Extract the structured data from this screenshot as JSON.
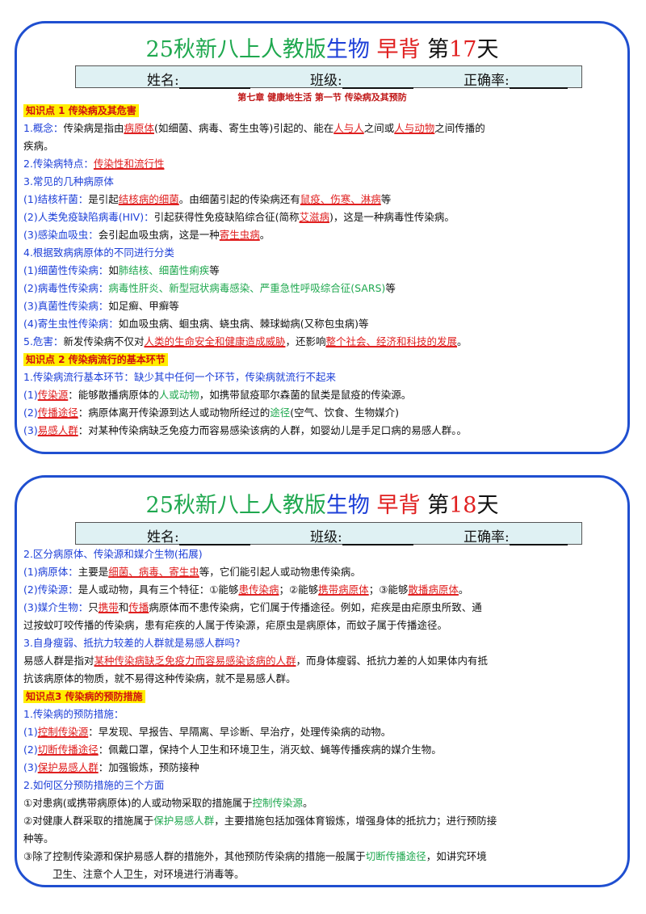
{
  "day17": {
    "title": {
      "a": "25秋新八上人教版",
      "b": "生物",
      "c": "早背",
      "d": "第",
      "e": "17",
      "f": "天"
    },
    "namebar": {
      "name": "姓名:",
      "class": "班级:",
      "rate": "正确率:"
    },
    "chapter": "第七章  健康地生活  第一节  传染病及其预防",
    "kp1": "知识点 1  传染病及其危害",
    "l1a": "1.概念：",
    "l1b": "传染病是指由",
    "l1c": "病原体",
    "l1d": "(如细菌、病毒、寄生虫等)引起的、能在",
    "l1e": "人与人",
    "l1f": "之间或",
    "l1g": "人与动物",
    "l1h": "之间传播的",
    "l1i": "疾病。",
    "l2a": "2.传染病特点：",
    "l2b": "传染性和流行性",
    "l3": "3.常见的几种病原体",
    "l4a": "(1)结核杆菌：",
    "l4b": "是引起",
    "l4c": "结核病的细菌",
    "l4d": "。由细菌引起的传染病还有",
    "l4e": "鼠疫、伤寒、淋病",
    "l4f": "等",
    "l5a": "(2)人类免疫缺陷病毒(HIV)：",
    "l5b": "引起获得性免疫缺陷综合征(简称",
    "l5c": "艾滋病",
    "l5d": ")，这是一种病毒性传染病。",
    "l6a": "(3)感染血吸虫：",
    "l6b": "会引起血吸虫病，这是一种",
    "l6c": "寄生虫病",
    "l6d": "。",
    "l7": "4.根据致病病原体的不同进行分类",
    "l8a": "(1)细菌性传染病：",
    "l8b": "如",
    "l8c": "肺结核、细菌性痢疾",
    "l8d": "等",
    "l9a": "(2)病毒性传染病：",
    "l9b": "病毒性肝炎、新型冠状病毒感染、严重急性呼吸综合征(SARS)",
    "l9c": "等",
    "l10a": "(3)真菌性传染病：",
    "l10b": "如足癣、甲癣等",
    "l11a": "(4)寄生虫性传染病：",
    "l11b": "如血吸虫病、蛔虫病、蛲虫病、棘球蚴病(又称包虫病)等",
    "l12a": "5.危害：",
    "l12b": "新发传染病不仅对",
    "l12c": "人类的生命安全和健康造成威胁",
    "l12d": "，还影响",
    "l12e": "整个社会、经济和科技的发展",
    "l12f": "。",
    "kp2": "知识点 2  传染病流行的基本环节",
    "l13a": "1.传染病流行基本环节：",
    "l13b": "缺少其中任何一个环节，传染病就流行不起来",
    "l14a": "(1)",
    "l14b": "传染源",
    "l14c": "：能够散播病原体的",
    "l14d": "人或动物",
    "l14e": "，如携带鼠疫耶尔森菌的鼠类是鼠疫的传染源。",
    "l15a": "(2)",
    "l15b": "传播途径",
    "l15c": "：病原体离开传染源到达人或动物所经过的",
    "l15d": "途径",
    "l15e": "(空气、饮食、生物媒介)",
    "l16a": "(3)",
    "l16b": "易感人群",
    "l16c": "：对某种传染病缺乏免疫力而容易感染该病的人群，如婴幼儿是手足口病的易感人群。。"
  },
  "day18": {
    "title": {
      "a": "25秋新八上人教版",
      "b": "生物",
      "c": "早背",
      "d": "第",
      "e": "18",
      "f": "天"
    },
    "namebar": {
      "name": "姓名:",
      "class": "班级:",
      "rate": "正确率:"
    },
    "l1": "2.区分病原体、传染源和媒介生物(拓展)",
    "l2a": "(1)病原体：",
    "l2b": "主要是",
    "l2c": "细菌、病毒、寄生虫",
    "l2d": "等，它们能引起人或动物患传染病。",
    "l3a": "(2)传染源：",
    "l3b": "是人或动物，具有三个特征：①能够",
    "l3c": "患传染病",
    "l3d": "；②能够",
    "l3e": "携带病原体",
    "l3f": "；③能够",
    "l3g": "散播病原体",
    "l3h": "。",
    "l4a": "(3)媒介生物：",
    "l4b": "只",
    "l4c": "携带",
    "l4d": "和",
    "l4e": "传播",
    "l4f": "病原体而不患传染病，它们属于传播途径。例如，疟疾是由疟原虫所致、通",
    "l5": "过按蚊叮咬传播的传染病，患有疟疾的人属于传染源，疟原虫是病原体，而蚊子属于传播途径。",
    "l6": "3.自身瘦弱、抵抗力较差的人群就是易感人群吗?",
    "l7a": "易感人群是指对",
    "l7b": "某种传染病缺乏免疫力而容易感染该病的人群",
    "l7c": "，而身体瘦弱、抵抗力差的人如果体内有抵",
    "l8": "抗该病原体的物质，就不易得这种传染病，就不是易感人群。",
    "kp3": "知识点3  传染病的预防措施",
    "l9": "1.传染病的预防措施：",
    "l10a": "(1)",
    "l10b": "控制传染源",
    "l10c": "：早发现、早报告、早隔离、早诊断、早治疗，处理传染病的动物。",
    "l11a": "(2)",
    "l11b": "切断传播途径",
    "l11c": "：佩戴口罩，保持个人卫生和环境卫生，消灭蚊、蝇等传播疾病的媒介生物。",
    "l12a": "(3)",
    "l12b": "保护易感人群",
    "l12c": "：加强锻炼，预防接种",
    "l13": "2.如何区分预防措施的三个方面",
    "l14a": "①对患病(或携带病原体)的人或动物采取的措施属于",
    "l14b": "控制传染源",
    "l14c": "。",
    "l15a": "②对健康人群采取的措施属于",
    "l15b": "保护易感人群",
    "l15c": "，主要措施包括加强体育锻炼，增强身体的抵抗力；进行预防接",
    "l16": "种等。",
    "l17a": "③除了控制传染源和保护易感人群的措施外，其他预防传染病的措施一般属于",
    "l17b": "切断传播途径",
    "l17c": "，如讲究环境",
    "l18": "卫生、注意个人卫生，对环境进行消毒等。"
  }
}
